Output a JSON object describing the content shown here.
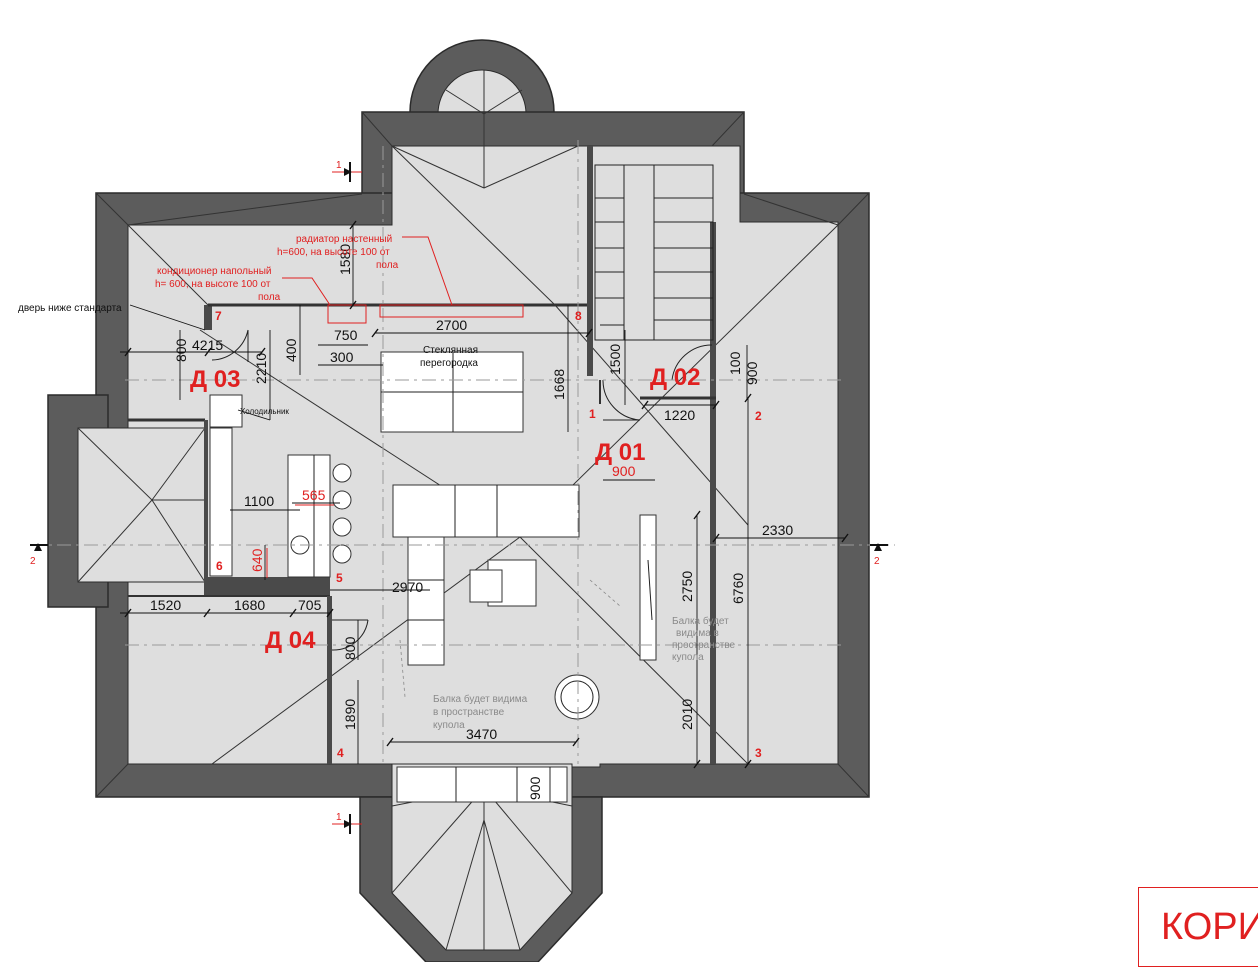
{
  "rooms": [
    "Д 03",
    "Д 02",
    "Д 01",
    "Д 04"
  ],
  "markers": [
    "1",
    "2",
    "3",
    "4",
    "5",
    "6",
    "7",
    "8"
  ],
  "dimensions": {
    "d4215": "4215",
    "d800a": "800",
    "d2210": "2210",
    "d400": "400",
    "d750": "750",
    "d300": "300",
    "d1580": "1580",
    "d2700": "2700",
    "d1668": "1668",
    "d1500": "1500",
    "d100": "100",
    "d900a": "900",
    "d1220": "1220",
    "d900b": "900",
    "d1100": "1100",
    "d565": "565",
    "d640": "640",
    "d2970": "2970",
    "d2330": "2330",
    "d2750": "2750",
    "d6760": "6760",
    "d1520": "1520",
    "d1680": "1680",
    "d705": "705",
    "d800b": "800",
    "d1890": "1890",
    "d3470": "3470",
    "d2010": "2010",
    "d900c": "900"
  },
  "notes": {
    "radiator": [
      "радиатор настенный",
      "h=600, на высоте 100 от",
      "пола"
    ],
    "aircon": [
      "кондиционер напольный",
      "h= 600, на высоте 100 от",
      "пола"
    ],
    "low_door": "дверь ниже стандарта",
    "glass": [
      "Стеклянная",
      "перегородка"
    ],
    "fridge": "Холодильник",
    "beam_1": [
      "Балка будет видима",
      "в пространстве",
      "купола"
    ],
    "beam_2": [
      "Балка будет",
      "видима в",
      "пространстве",
      "купола"
    ]
  },
  "section_marks": {
    "top": "1",
    "bottom": "1",
    "left": "2",
    "right": "2"
  },
  "badge": "КОРИДОР"
}
